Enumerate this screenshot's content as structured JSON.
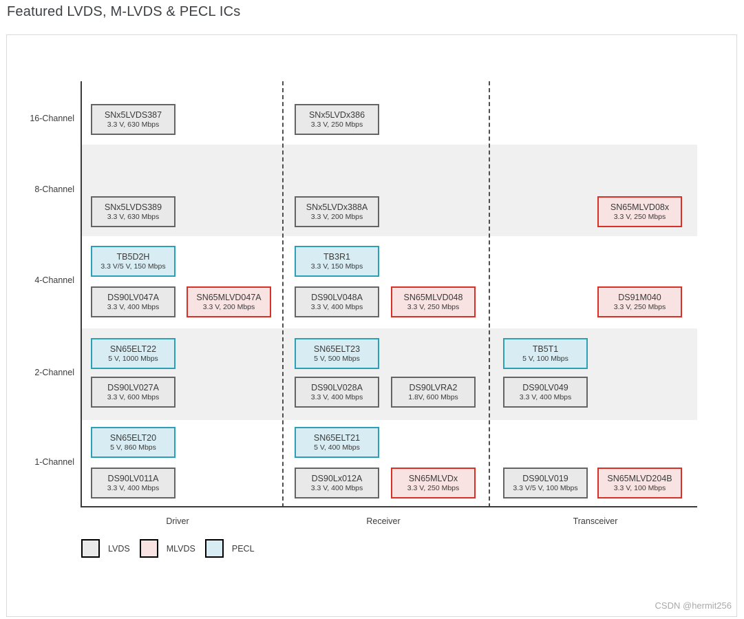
{
  "title": "Featured LVDS, M-LVDS & PECL ICs",
  "watermark": "CSDN @hermit256",
  "colors": {
    "lvds": {
      "fill": "#e9e9e9",
      "border": "#646464"
    },
    "mlvds": {
      "fill": "#f8e3e2",
      "border": "#d93025"
    },
    "pecl": {
      "fill": "#d8edf3",
      "border": "#2ba0b4"
    }
  },
  "chart_data": {
    "type": "table",
    "title": "Featured LVDS, M-LVDS & PECL ICs",
    "x_categories": [
      "Driver",
      "Receiver",
      "Transceiver"
    ],
    "y_categories": [
      "16-Channel",
      "8-Channel",
      "4-Channel",
      "2-Channel",
      "1-Channel"
    ],
    "shaded_rows": [
      "8-Channel",
      "2-Channel"
    ],
    "legend": [
      {
        "label": "LVDS",
        "type": "lvds"
      },
      {
        "label": "MLVDS",
        "type": "mlvds"
      },
      {
        "label": "PECL",
        "type": "pecl"
      }
    ],
    "parts": [
      {
        "name": "SNx5LVDS387",
        "spec": "3.3 V, 630 Mbps",
        "type": "lvds",
        "row": "16-Channel",
        "col": "Driver",
        "tier": "a",
        "slot": 0
      },
      {
        "name": "SNx5LVDx386",
        "spec": "3.3 V, 250 Mbps",
        "type": "lvds",
        "row": "16-Channel",
        "col": "Receiver",
        "tier": "a",
        "slot": 0
      },
      {
        "name": "SNx5LVDS389",
        "spec": "3.3 V, 630 Mbps",
        "type": "lvds",
        "row": "8-Channel",
        "col": "Driver",
        "tier": "a",
        "slot": 0
      },
      {
        "name": "SNx5LVDx388A",
        "spec": "3.3 V, 200 Mbps",
        "type": "lvds",
        "row": "8-Channel",
        "col": "Receiver",
        "tier": "a",
        "slot": 0
      },
      {
        "name": "SN65MLVD08x",
        "spec": "3.3 V, 250 Mbps",
        "type": "mlvds",
        "row": "8-Channel",
        "col": "Transceiver",
        "tier": "a",
        "slot": 1
      },
      {
        "name": "TB5D2H",
        "spec": "3.3 V/5 V, 150 Mbps",
        "type": "pecl",
        "row": "4-Channel",
        "col": "Driver",
        "tier": "a",
        "slot": 0
      },
      {
        "name": "DS90LV047A",
        "spec": "3.3 V, 400 Mbps",
        "type": "lvds",
        "row": "4-Channel",
        "col": "Driver",
        "tier": "b",
        "slot": 0
      },
      {
        "name": "SN65MLVD047A",
        "spec": "3.3 V, 200 Mbps",
        "type": "mlvds",
        "row": "4-Channel",
        "col": "Driver",
        "tier": "b",
        "slot": 1
      },
      {
        "name": "TB3R1",
        "spec": "3.3 V, 150 Mbps",
        "type": "pecl",
        "row": "4-Channel",
        "col": "Receiver",
        "tier": "a",
        "slot": 0
      },
      {
        "name": "DS90LV048A",
        "spec": "3.3 V, 400 Mbps",
        "type": "lvds",
        "row": "4-Channel",
        "col": "Receiver",
        "tier": "b",
        "slot": 0
      },
      {
        "name": "SN65MLVD048",
        "spec": "3.3 V, 250 Mbps",
        "type": "mlvds",
        "row": "4-Channel",
        "col": "Receiver",
        "tier": "b",
        "slot": 1
      },
      {
        "name": "DS91M040",
        "spec": "3.3 V, 250 Mbps",
        "type": "mlvds",
        "row": "4-Channel",
        "col": "Transceiver",
        "tier": "b",
        "slot": 1
      },
      {
        "name": "SN65ELT22",
        "spec": "5 V, 1000 Mbps",
        "type": "pecl",
        "row": "2-Channel",
        "col": "Driver",
        "tier": "a",
        "slot": 0
      },
      {
        "name": "DS90LV027A",
        "spec": "3.3 V, 600 Mbps",
        "type": "lvds",
        "row": "2-Channel",
        "col": "Driver",
        "tier": "b",
        "slot": 0
      },
      {
        "name": "SN65ELT23",
        "spec": "5 V, 500 Mbps",
        "type": "pecl",
        "row": "2-Channel",
        "col": "Receiver",
        "tier": "a",
        "slot": 0
      },
      {
        "name": "DS90LV028A",
        "spec": "3.3 V, 400 Mbps",
        "type": "lvds",
        "row": "2-Channel",
        "col": "Receiver",
        "tier": "b",
        "slot": 0
      },
      {
        "name": "DS90LVRA2",
        "spec": "1.8V, 600 Mbps",
        "type": "lvds",
        "row": "2-Channel",
        "col": "Receiver",
        "tier": "b",
        "slot": 1
      },
      {
        "name": "TB5T1",
        "spec": "5 V, 100 Mbps",
        "type": "pecl",
        "row": "2-Channel",
        "col": "Transceiver",
        "tier": "a",
        "slot": 0
      },
      {
        "name": "DS90LV049",
        "spec": "3.3 V, 400 Mbps",
        "type": "lvds",
        "row": "2-Channel",
        "col": "Transceiver",
        "tier": "b",
        "slot": 0
      },
      {
        "name": "SN65ELT20",
        "spec": "5 V, 860 Mbps",
        "type": "pecl",
        "row": "1-Channel",
        "col": "Driver",
        "tier": "a",
        "slot": 0
      },
      {
        "name": "DS90LV011A",
        "spec": "3.3 V, 400 Mbps",
        "type": "lvds",
        "row": "1-Channel",
        "col": "Driver",
        "tier": "b",
        "slot": 0
      },
      {
        "name": "SN65ELT21",
        "spec": "5 V, 400 Mbps",
        "type": "pecl",
        "row": "1-Channel",
        "col": "Receiver",
        "tier": "a",
        "slot": 0
      },
      {
        "name": "DS90Lx012A",
        "spec": "3.3 V, 400 Mbps",
        "type": "lvds",
        "row": "1-Channel",
        "col": "Receiver",
        "tier": "b",
        "slot": 0
      },
      {
        "name": "SN65MLVDx",
        "spec": "3.3 V, 250 Mbps",
        "type": "mlvds",
        "row": "1-Channel",
        "col": "Receiver",
        "tier": "b",
        "slot": 1
      },
      {
        "name": "DS90LV019",
        "spec": "3.3 V/5 V, 100 Mbps",
        "type": "lvds",
        "row": "1-Channel",
        "col": "Transceiver",
        "tier": "b",
        "slot": 0
      },
      {
        "name": "SN65MLVD204B",
        "spec": "3.3 V, 100 Mbps",
        "type": "mlvds",
        "row": "1-Channel",
        "col": "Transceiver",
        "tier": "b",
        "slot": 1
      }
    ]
  }
}
